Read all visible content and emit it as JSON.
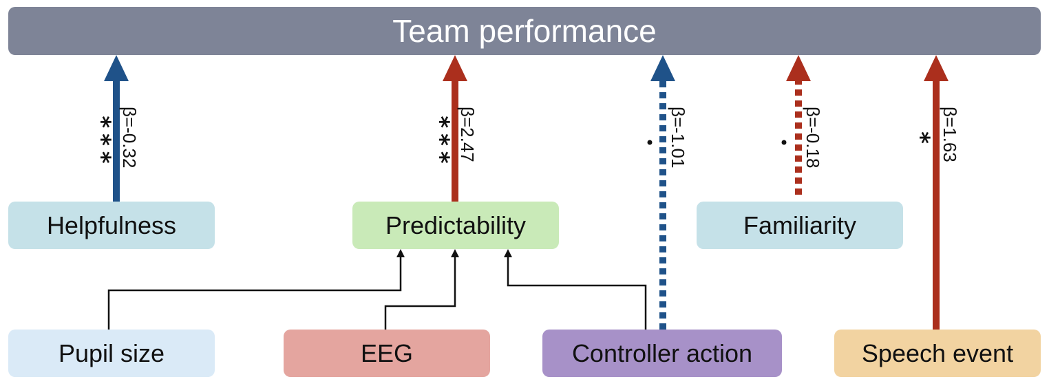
{
  "title": "Team performance",
  "nodes": {
    "helpfulness": {
      "label": "Helpfulness",
      "color": "#c5e1e8"
    },
    "predictability": {
      "label": "Predictability",
      "color": "#c9eab8"
    },
    "familiarity": {
      "label": "Familiarity",
      "color": "#c5e1e8"
    },
    "pupil_size": {
      "label": "Pupil size",
      "color": "#daeaf7"
    },
    "eeg": {
      "label": "EEG",
      "color": "#e4a59f"
    },
    "controller_action": {
      "label": "Controller action",
      "color": "#a791c8"
    },
    "speech_event": {
      "label": "Speech event",
      "color": "#f2d3a1"
    }
  },
  "colors": {
    "header": "#7e8497",
    "positive": "#ab2f1d",
    "negative": "#1f5289",
    "text": "#111111"
  },
  "effects": [
    {
      "from": "helpfulness",
      "beta": "β=-0.32",
      "sig": "***",
      "sign": "negative",
      "style": "solid"
    },
    {
      "from": "predictability",
      "beta": "β=2.47",
      "sig": "***",
      "sign": "positive",
      "style": "solid"
    },
    {
      "from": "controller_action",
      "beta": "β=-1.01",
      "sig": "·",
      "sign": "negative",
      "style": "dotted"
    },
    {
      "from": "familiarity",
      "beta": "β=-0.18",
      "sig": "·",
      "sign": "positive",
      "style": "dotted"
    },
    {
      "from": "speech_event",
      "beta": "β=1.63",
      "sig": "*",
      "sign": "positive",
      "style": "solid"
    }
  ],
  "inputs_to_predictability": [
    "pupil_size",
    "eeg",
    "controller_action"
  ]
}
